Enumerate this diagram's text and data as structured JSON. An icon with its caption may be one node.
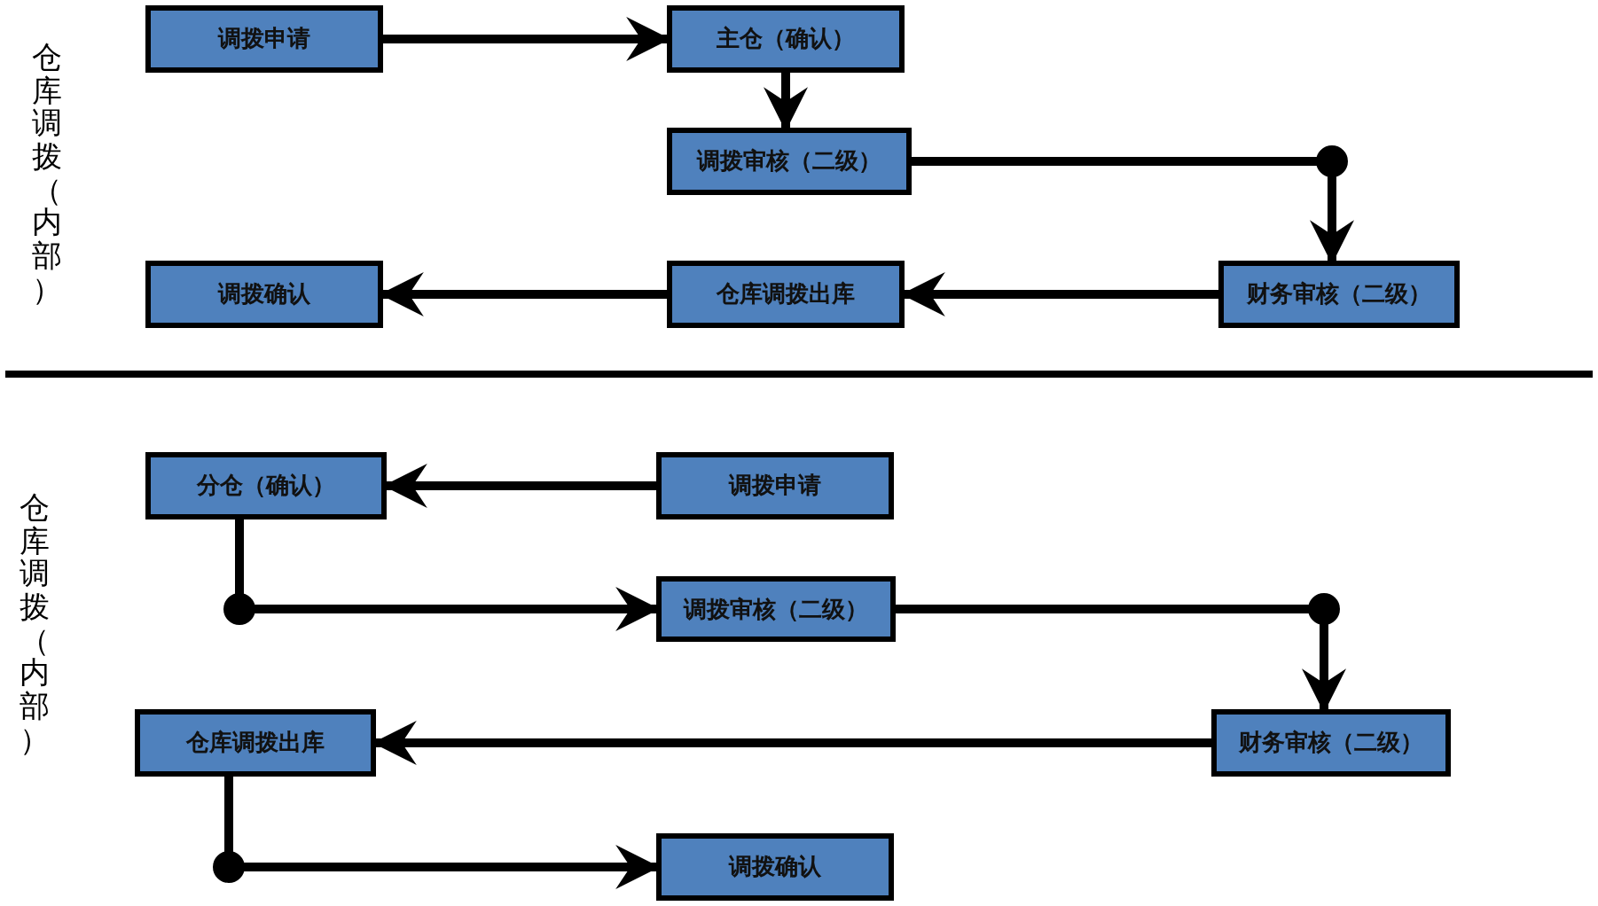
{
  "diagram": {
    "nodes": [
      {
        "text": [
          "调拨申请"
        ]
      },
      {
        "text": [
          "主仓（确认）"
        ]
      },
      {
        "text": [
          "调拨审核（二级）"
        ]
      },
      {
        "text": [
          "调拨确认"
        ]
      },
      {
        "text": [
          "仓库调拨出库"
        ]
      },
      {
        "text": [
          "财务审核（二级）"
        ]
      },
      {
        "text": [
          "分仓（确认）"
        ]
      },
      {
        "text": [
          "调拨申请"
        ]
      },
      {
        "text": [
          "调拨审核（二级）"
        ]
      },
      {
        "text": [
          "仓库调拨出库"
        ]
      },
      {
        "text": [
          "财务审核（二级）"
        ]
      },
      {
        "text": [
          "调拨确认"
        ]
      }
    ],
    "edges": [
      {
        "from": 0,
        "to": 1,
        "arrow": "to"
      },
      {
        "from": 1,
        "to": 2,
        "arrow": "to"
      },
      {
        "from": 2,
        "to": 5,
        "arrow": "to"
      },
      {
        "from": 5,
        "to": 4,
        "arrow": "to"
      },
      {
        "from": 4,
        "to": 3,
        "arrow": "to"
      },
      {
        "from": 7,
        "to": 6,
        "arrow": "to"
      },
      {
        "from": 6,
        "to": 8,
        "arrow": "to"
      },
      {
        "from": 8,
        "to": 10,
        "arrow": "to"
      },
      {
        "from": 10,
        "to": 9,
        "arrow": "to"
      },
      {
        "from": 9,
        "to": 11,
        "arrow": "to"
      }
    ],
    "labels": [
      "仓库调拨（内部）",
      "仓库调拨（内部）"
    ]
  }
}
